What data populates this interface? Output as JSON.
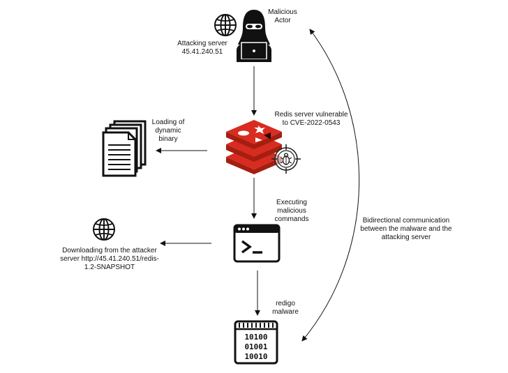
{
  "nodes": {
    "actor": {
      "label_line1": "Malicious",
      "label_line2": "Actor",
      "icon": "hacker-icon"
    },
    "attacking_server": {
      "label_line1": "Attacking server",
      "label_line2": "45.41.240.51",
      "icon": "globe-icon"
    },
    "redis": {
      "label_line1": "Redis server vulnerable",
      "label_line2": "to CVE-2022-0543",
      "icon": "redis-icon",
      "badge_icon": "bug-target-icon"
    },
    "loading": {
      "label_line1": "Loading of",
      "label_line2": "dynamic",
      "label_line3": "binary",
      "icon": "documents-icon"
    },
    "executing": {
      "label_line1": "Executing",
      "label_line2": "malicious",
      "label_line3": "commands",
      "icon": "terminal-icon"
    },
    "download": {
      "label_line1": "Downloading from the attacker",
      "label_line2": "server http://45.41.240.51/redis-",
      "label_line3": "1.2-SNAPSHOT",
      "icon": "globe-icon"
    },
    "malware": {
      "label_line1": "redigo",
      "label_line2": "malware",
      "icon": "binary-window-icon"
    }
  },
  "bidirectional": {
    "label_line1": "Bidirectional communication",
    "label_line2": "between the malware and the",
    "label_line3": "attacking server"
  },
  "colors": {
    "redis_red": "#d82c20",
    "redis_dark": "#a41e11",
    "ink": "#111111"
  }
}
